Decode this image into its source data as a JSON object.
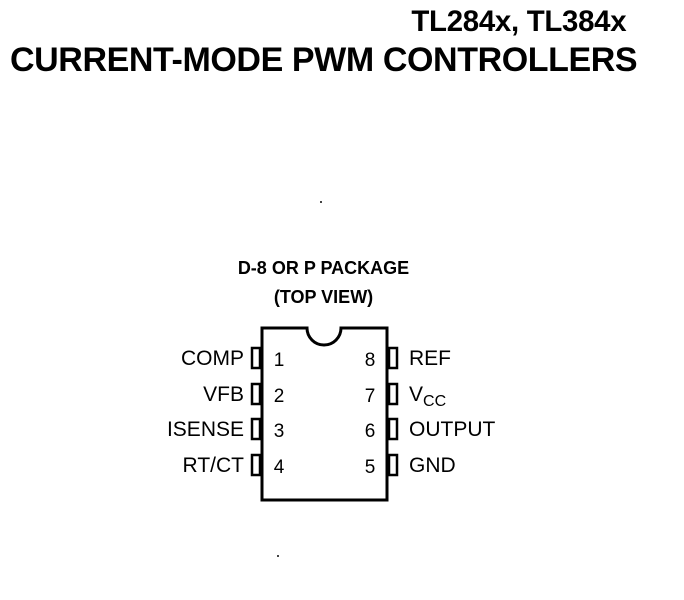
{
  "header": {
    "part_numbers": "TL284x, TL384x",
    "subtitle": "CURRENT-MODE PWM CONTROLLERS"
  },
  "package": {
    "title": "D-8 OR P PACKAGE",
    "view": "(TOP VIEW)"
  },
  "pins": {
    "left": [
      {
        "num": "1",
        "name": "COMP"
      },
      {
        "num": "2",
        "name": "VFB"
      },
      {
        "num": "3",
        "name": "ISENSE"
      },
      {
        "num": "4",
        "name": "RT/CT"
      }
    ],
    "right": [
      {
        "num": "8",
        "name": "REF"
      },
      {
        "num": "7",
        "name": "V",
        "sub": "CC"
      },
      {
        "num": "6",
        "name": "OUTPUT"
      },
      {
        "num": "5",
        "name": "GND"
      }
    ]
  }
}
